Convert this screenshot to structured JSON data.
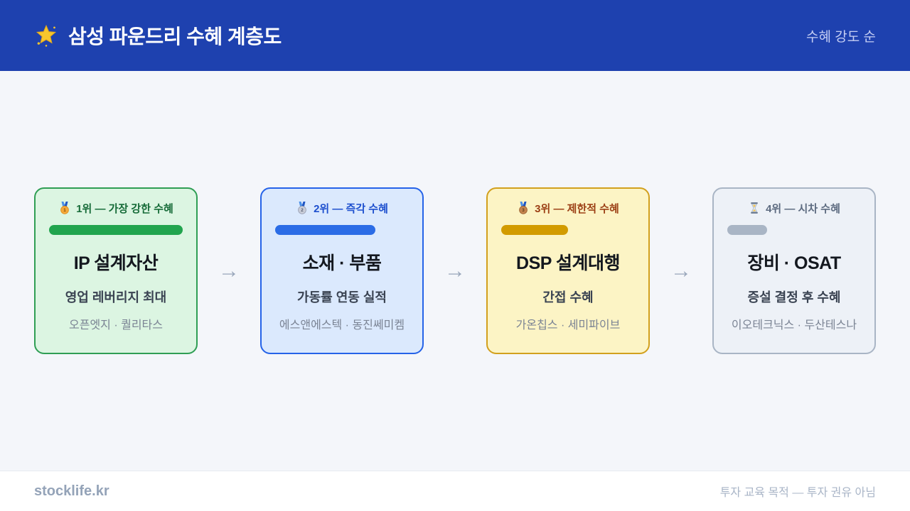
{
  "header": {
    "icon": "glowing-star-icon",
    "title": "삼성 파운드리 수혜 계층도",
    "badge": "수혜 강도 순",
    "bg_color": "#1e41af",
    "title_color": "#ffffff",
    "badge_color": "#c6cff4"
  },
  "flow": {
    "arrow_glyph": "→",
    "arrow_color": "#98a6ba"
  },
  "cards": [
    {
      "icon": "gold-medal-icon",
      "rank_number": "1",
      "rank_label": "1위 — 가장 강한 수혜",
      "strength_pct": 100,
      "title": "IP 설계자산",
      "subtitle": "영업 레버리지 최대",
      "companies": "오픈엣지 · 퀄리타스",
      "colors": {
        "bg": "#dcf5e2",
        "border": "#2f9e54",
        "bar": "#21a44e",
        "rank_text": "#166b38",
        "medal": "#f5a93b",
        "medal_edge": "#e08e1b",
        "medal_num": "#7a4a05"
      }
    },
    {
      "icon": "silver-medal-icon",
      "rank_number": "2",
      "rank_label": "2위 — 즉각 수혜",
      "strength_pct": 75,
      "title": "소재 · 부품",
      "subtitle": "가동률 연동 실적",
      "companies": "에스앤에스텍 · 동진쎄미켐",
      "colors": {
        "bg": "#dbe9fd",
        "border": "#2563e8",
        "bar": "#2b6ce6",
        "rank_text": "#1d4fce",
        "medal": "#c9cdd9",
        "medal_edge": "#9aa1b5",
        "medal_num": "#555d70"
      }
    },
    {
      "icon": "bronze-medal-icon",
      "rank_number": "3",
      "rank_label": "3위 — 제한적 수혜",
      "strength_pct": 50,
      "title": "DSP 설계대행",
      "subtitle": "간접 수혜",
      "companies": "가온칩스 · 세미파이브",
      "colors": {
        "bg": "#fcf4c5",
        "border": "#d2a01d",
        "bar": "#d29b00",
        "rank_text": "#9c4016",
        "medal": "#c5854f",
        "medal_edge": "#9c6233",
        "medal_num": "#5e3a17"
      }
    },
    {
      "icon": "hourglass-icon",
      "rank_number": "4",
      "rank_label": "4위 — 시차 수혜",
      "strength_pct": 30,
      "title": "장비 · OSAT",
      "subtitle": "증설 결정 후 수혜",
      "companies": "이오테크닉스 · 두산테스나",
      "colors": {
        "bg": "#edf1f7",
        "border": "#a9b5c5",
        "bar": "#a9b5c5",
        "rank_text": "#5d6b80"
      }
    }
  ],
  "footer": {
    "brand": "stocklife.kr",
    "disclaimer": "투자 교육 목적 — 투자 권유 아님"
  }
}
